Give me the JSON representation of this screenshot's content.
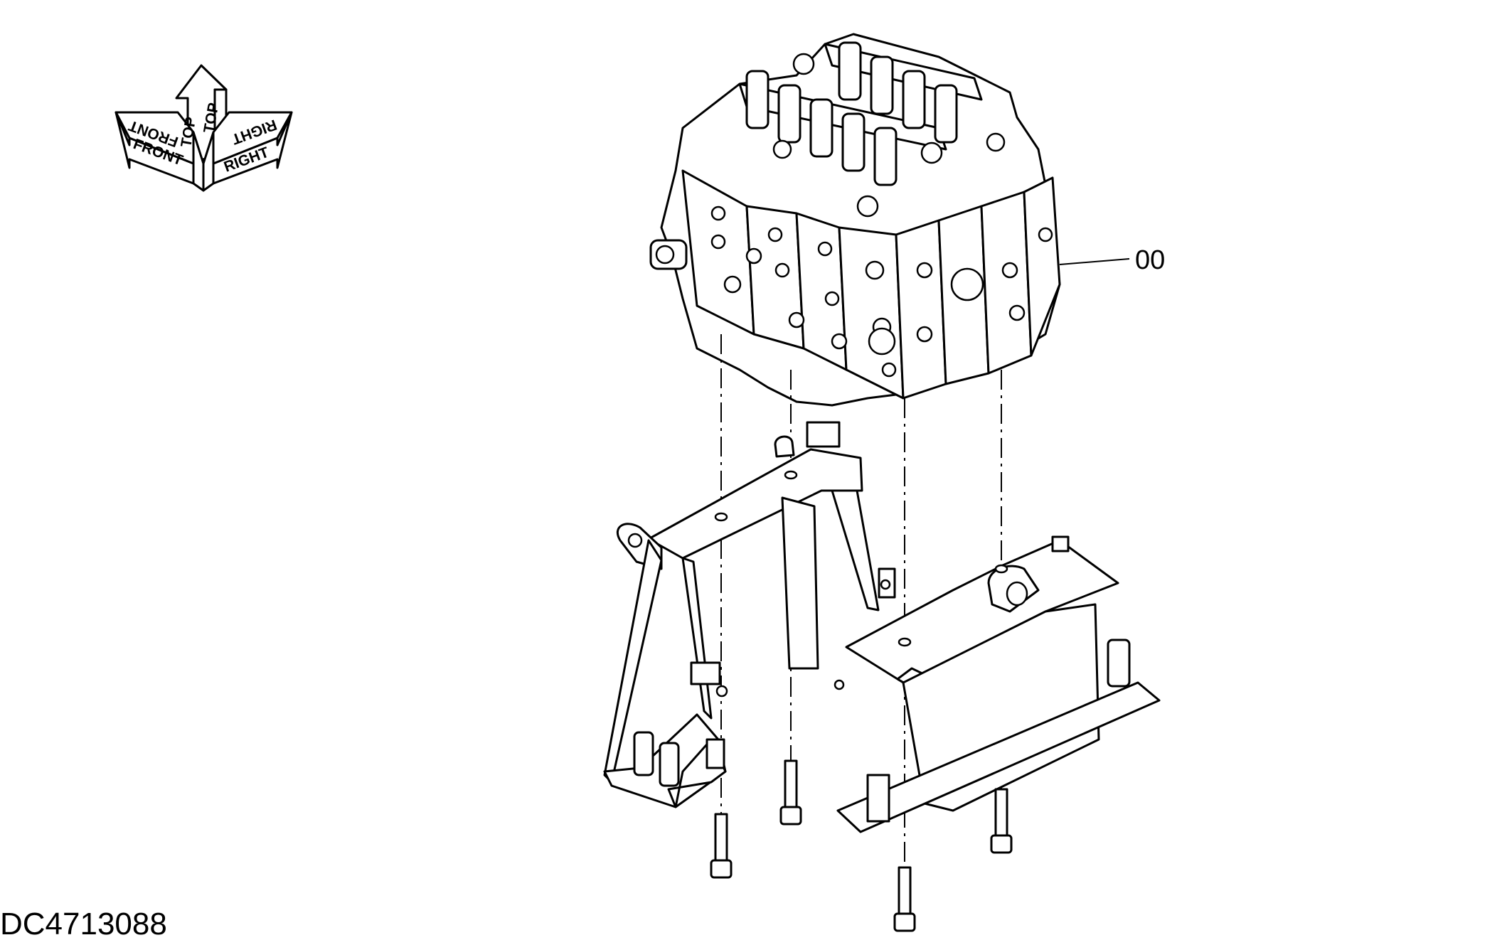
{
  "orientation": {
    "top": "TOP",
    "front": "FRONT",
    "right": "RIGHT"
  },
  "callouts": [
    {
      "label": "00"
    }
  ],
  "drawing_id": "DC4713088",
  "colors": {
    "ink": "#000000",
    "paper": "#ffffff"
  }
}
